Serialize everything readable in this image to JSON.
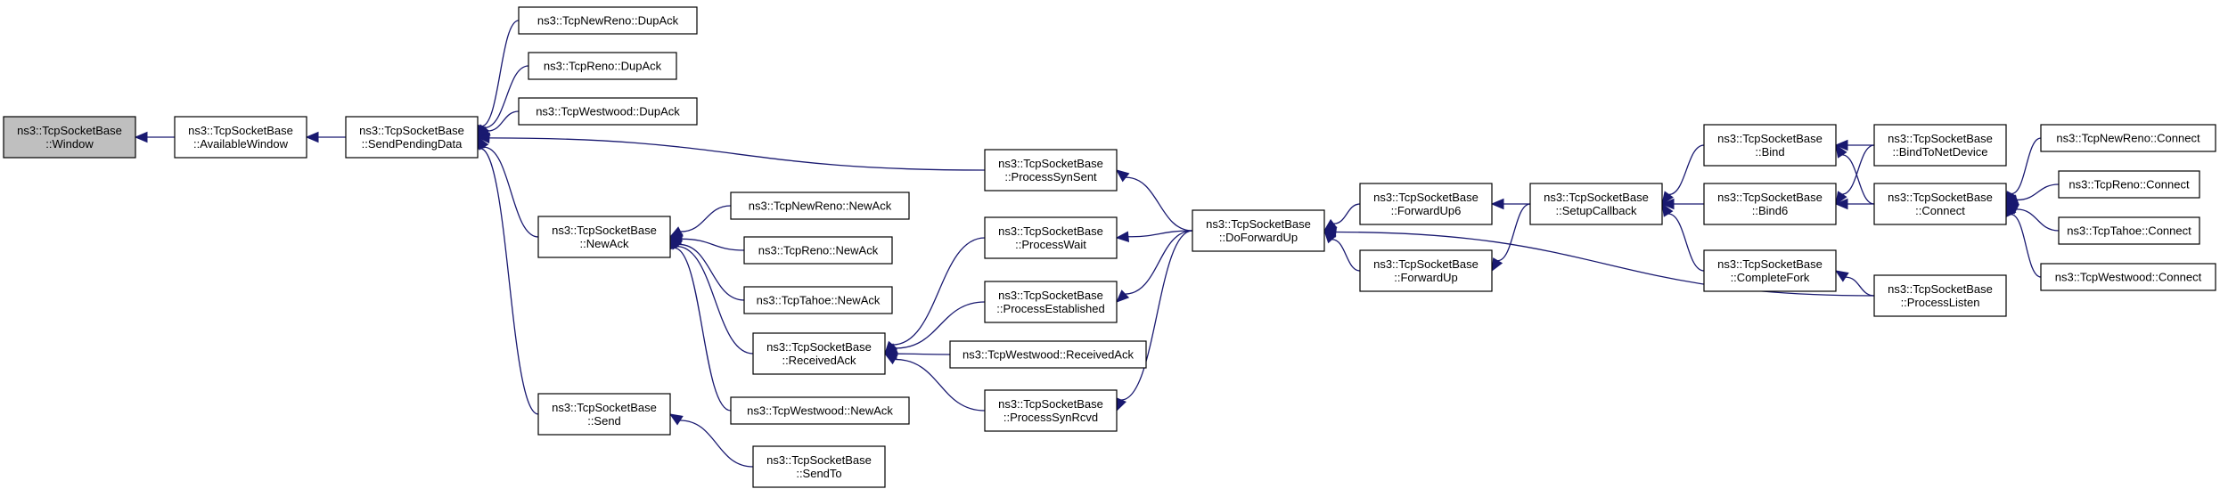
{
  "graph": {
    "edge_color": "#191970",
    "root_fill": "#bfbfbf",
    "nodes": [
      {
        "id": "window",
        "lines": [
          "ns3::TcpSocketBase",
          "::Window"
        ]
      },
      {
        "id": "availablewindow",
        "lines": [
          "ns3::TcpSocketBase",
          "::AvailableWindow"
        ]
      },
      {
        "id": "sendpendingdata",
        "lines": [
          "ns3::TcpSocketBase",
          "::SendPendingData"
        ]
      },
      {
        "id": "newreno-dupack",
        "lines": [
          "ns3::TcpNewReno::DupAck"
        ]
      },
      {
        "id": "reno-dupack",
        "lines": [
          "ns3::TcpReno::DupAck"
        ]
      },
      {
        "id": "westwood-dupack",
        "lines": [
          "ns3::TcpWestwood::DupAck"
        ]
      },
      {
        "id": "newack",
        "lines": [
          "ns3::TcpSocketBase",
          "::NewAck"
        ]
      },
      {
        "id": "send",
        "lines": [
          "ns3::TcpSocketBase",
          "::Send"
        ]
      },
      {
        "id": "processsynsent",
        "lines": [
          "ns3::TcpSocketBase",
          "::ProcessSynSent"
        ]
      },
      {
        "id": "newreno-newack",
        "lines": [
          "ns3::TcpNewReno::NewAck"
        ]
      },
      {
        "id": "reno-newack",
        "lines": [
          "ns3::TcpReno::NewAck"
        ]
      },
      {
        "id": "tahoe-newack",
        "lines": [
          "ns3::TcpTahoe::NewAck"
        ]
      },
      {
        "id": "receivedack",
        "lines": [
          "ns3::TcpSocketBase",
          "::ReceivedAck"
        ]
      },
      {
        "id": "westwood-newack",
        "lines": [
          "ns3::TcpWestwood::NewAck"
        ]
      },
      {
        "id": "sendto",
        "lines": [
          "ns3::TcpSocketBase",
          "::SendTo"
        ]
      },
      {
        "id": "processwait",
        "lines": [
          "ns3::TcpSocketBase",
          "::ProcessWait"
        ]
      },
      {
        "id": "processestablished",
        "lines": [
          "ns3::TcpSocketBase",
          "::ProcessEstablished"
        ]
      },
      {
        "id": "westwood-receivedack",
        "lines": [
          "ns3::TcpWestwood::ReceivedAck"
        ]
      },
      {
        "id": "processsynrcvd",
        "lines": [
          "ns3::TcpSocketBase",
          "::ProcessSynRcvd"
        ]
      },
      {
        "id": "doforwardup",
        "lines": [
          "ns3::TcpSocketBase",
          "::DoForwardUp"
        ]
      },
      {
        "id": "forwardup6",
        "lines": [
          "ns3::TcpSocketBase",
          "::ForwardUp6"
        ]
      },
      {
        "id": "forwardup",
        "lines": [
          "ns3::TcpSocketBase",
          "::ForwardUp"
        ]
      },
      {
        "id": "setupcallback",
        "lines": [
          "ns3::TcpSocketBase",
          "::SetupCallback"
        ]
      },
      {
        "id": "bind",
        "lines": [
          "ns3::TcpSocketBase",
          "::Bind"
        ]
      },
      {
        "id": "bind6",
        "lines": [
          "ns3::TcpSocketBase",
          "::Bind6"
        ]
      },
      {
        "id": "completefork",
        "lines": [
          "ns3::TcpSocketBase",
          "::CompleteFork"
        ]
      },
      {
        "id": "bindtonetdevice",
        "lines": [
          "ns3::TcpSocketBase",
          "::BindToNetDevice"
        ]
      },
      {
        "id": "connect",
        "lines": [
          "ns3::TcpSocketBase",
          "::Connect"
        ]
      },
      {
        "id": "processlisten",
        "lines": [
          "ns3::TcpSocketBase",
          "::ProcessListen"
        ]
      },
      {
        "id": "newreno-connect",
        "lines": [
          "ns3::TcpNewReno::Connect"
        ]
      },
      {
        "id": "reno-connect",
        "lines": [
          "ns3::TcpReno::Connect"
        ]
      },
      {
        "id": "tahoe-connect",
        "lines": [
          "ns3::TcpTahoe::Connect"
        ]
      },
      {
        "id": "westwood-connect",
        "lines": [
          "ns3::TcpWestwood::Connect"
        ]
      }
    ],
    "edges": [
      {
        "from": "availablewindow",
        "to": "window"
      },
      {
        "from": "sendpendingdata",
        "to": "availablewindow"
      },
      {
        "from": "newreno-dupack",
        "to": "sendpendingdata"
      },
      {
        "from": "reno-dupack",
        "to": "sendpendingdata"
      },
      {
        "from": "westwood-dupack",
        "to": "sendpendingdata"
      },
      {
        "from": "newack",
        "to": "sendpendingdata"
      },
      {
        "from": "send",
        "to": "sendpendingdata"
      },
      {
        "from": "processsynsent",
        "to": "sendpendingdata"
      },
      {
        "from": "newreno-newack",
        "to": "newack"
      },
      {
        "from": "reno-newack",
        "to": "newack"
      },
      {
        "from": "tahoe-newack",
        "to": "newack"
      },
      {
        "from": "receivedack",
        "to": "newack"
      },
      {
        "from": "westwood-newack",
        "to": "newack"
      },
      {
        "from": "sendto",
        "to": "send"
      },
      {
        "from": "processwait",
        "to": "receivedack"
      },
      {
        "from": "processestablished",
        "to": "receivedack"
      },
      {
        "from": "westwood-receivedack",
        "to": "receivedack"
      },
      {
        "from": "processsynrcvd",
        "to": "receivedack"
      },
      {
        "from": "doforwardup",
        "to": "processsynsent"
      },
      {
        "from": "doforwardup",
        "to": "processwait"
      },
      {
        "from": "doforwardup",
        "to": "processestablished"
      },
      {
        "from": "doforwardup",
        "to": "processsynrcvd"
      },
      {
        "from": "forwardup6",
        "to": "doforwardup"
      },
      {
        "from": "forwardup",
        "to": "doforwardup"
      },
      {
        "from": "processlisten",
        "to": "doforwardup"
      },
      {
        "from": "setupcallback",
        "to": "forwardup6"
      },
      {
        "from": "setupcallback",
        "to": "forwardup"
      },
      {
        "from": "bind",
        "to": "setupcallback"
      },
      {
        "from": "bind6",
        "to": "setupcallback"
      },
      {
        "from": "completefork",
        "to": "setupcallback"
      },
      {
        "from": "bindtonetdevice",
        "to": "bind"
      },
      {
        "from": "connect",
        "to": "bind"
      },
      {
        "from": "bindtonetdevice",
        "to": "bind6"
      },
      {
        "from": "connect",
        "to": "bind6"
      },
      {
        "from": "processlisten",
        "to": "completefork"
      },
      {
        "from": "newreno-connect",
        "to": "connect"
      },
      {
        "from": "reno-connect",
        "to": "connect"
      },
      {
        "from": "tahoe-connect",
        "to": "connect"
      },
      {
        "from": "westwood-connect",
        "to": "connect"
      }
    ]
  }
}
